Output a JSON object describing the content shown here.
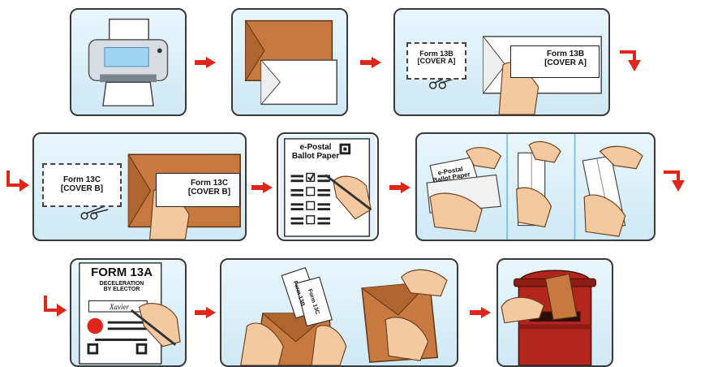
{
  "steps": [
    {
      "id": 1,
      "icon": "printer-icon"
    },
    {
      "id": 2,
      "icon": "envelopes-icon"
    },
    {
      "id": 3,
      "cover_left": "Form 13B",
      "cover_left_sub": "[COVER A]",
      "cover_right": "Form 13B",
      "cover_right_sub": "[COVER A]"
    },
    {
      "id": 4,
      "cover_left": "Form 13C",
      "cover_left_sub": "[COVER B]",
      "cover_right": "Form 13C",
      "cover_right_sub": "[COVER B]"
    },
    {
      "id": 5,
      "title": "e-Postal",
      "title_sub": "Ballot Paper"
    },
    {
      "id": 6,
      "paper_title": "e-Postal",
      "paper_sub": "Ballot Paper"
    },
    {
      "id": 7,
      "form_title": "FORM 13A",
      "form_sub1": "DECELERATION",
      "form_sub2": "BY ELECTOR",
      "signature": "Xavier"
    },
    {
      "id": 8,
      "slip_label1": "Form 13B",
      "slip_label2": "Form 13C"
    },
    {
      "id": 9,
      "icon": "post-box-icon"
    }
  ],
  "colors": {
    "arrow": "#e0251b",
    "panel_bg": "#d9eef7",
    "envelope": "#c8793f",
    "skin": "#f5c9a0",
    "postbox": "#b3261e"
  }
}
